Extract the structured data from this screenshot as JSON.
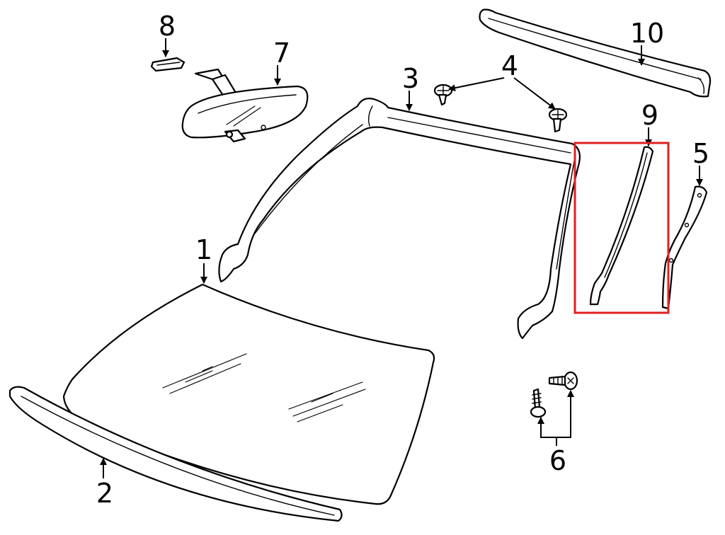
{
  "callouts": {
    "c1": "1",
    "c2": "2",
    "c3": "3",
    "c4": "4",
    "c5": "5",
    "c6": "6",
    "c7": "7",
    "c8": "8",
    "c9": "9",
    "c10": "10"
  },
  "highlight": {
    "color": "#e02020",
    "target_callout": "9"
  },
  "line_color": "#000000"
}
